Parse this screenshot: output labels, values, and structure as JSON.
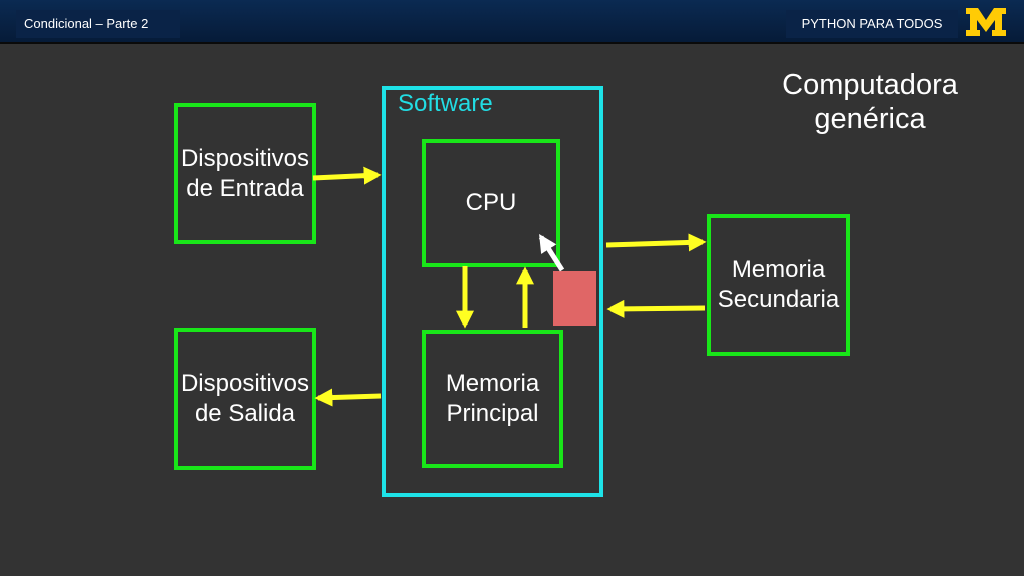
{
  "header": {
    "left_tag": "Condicional – Parte 2",
    "right_tag": "PYTHON PARA TODOS",
    "logo_letter": "M"
  },
  "diagram": {
    "title_line1": "Computadora",
    "title_line2": "genérica",
    "software_label": "Software",
    "nodes": {
      "input_devices": {
        "line1": "Dispositivos",
        "line2": "de Entrada"
      },
      "output_devices": {
        "line1": "Dispositivos",
        "line2": "de Salida"
      },
      "cpu": {
        "line1": "CPU"
      },
      "main_memory": {
        "line1": "Memoria",
        "line2": "Principal"
      },
      "secondary_memory": {
        "line1": "Memoria",
        "line2": "Secundaria"
      }
    },
    "colors": {
      "node_border": "#19e619",
      "software_border": "#1ee3e8",
      "arrow": "#ffff22",
      "pointer_arrow": "#ffffff",
      "highlight_box": "#e06666"
    }
  }
}
